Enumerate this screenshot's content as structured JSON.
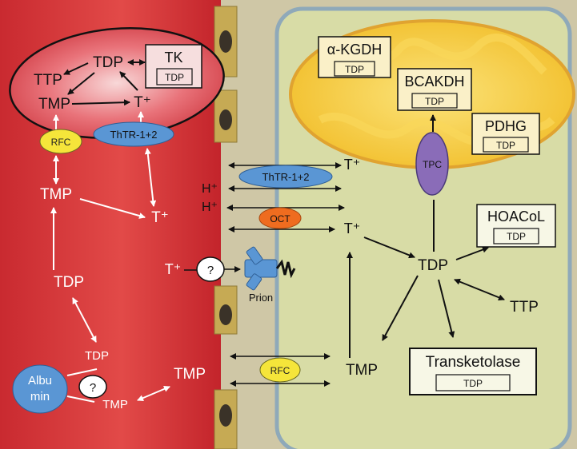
{
  "colors": {
    "blood": "#d9383a",
    "blood_dark": "#b8222a",
    "interstitial": "#cfc7a6",
    "endothelial_cell": "#c6aa54",
    "hepatocyte": "#d8dca6",
    "hepatocyte_border": "#8fa9b9",
    "mitochondrion": "#f5c938",
    "mitochondrion_border": "#e0a330",
    "enzyme_box": "#faf0c8",
    "transporter_blue": "#5a96d4",
    "transporter_orange": "#ef6c1f",
    "transporter_purple": "#8a6cb8",
    "rfc_yellow": "#f5e53a",
    "arrow_dark": "#111111",
    "arrow_white": "#ffffff"
  },
  "erythrocyte": {
    "tdp": "TDP",
    "ttp": "TTP",
    "tmp": "TMP",
    "t_plus": "T⁺",
    "tk_enzyme": "TK",
    "tk_cofactor": "TDP",
    "rfc": "RFC",
    "thtr": "ThTR-1+2"
  },
  "plasma": {
    "tmp_upper": "TMP",
    "t_plus": "T⁺",
    "tdp_mid": "TDP",
    "tdp_lower": "TDP",
    "tmp_bottom": "TMP",
    "tmp_right": "TMP",
    "albumin": "Albu\nmin",
    "albumin_line1": "Albu",
    "albumin_line2": "min",
    "question_albumin": "?"
  },
  "membrane": {
    "thtr": "ThTR-1+2",
    "h_plus_1": "H⁺",
    "h_plus_2": "H⁺",
    "oct": "OCT",
    "t_plus_left": "T⁺",
    "question_prion": "?",
    "prion": "Prion",
    "rfc": "RFC",
    "t_plus_top": "T⁺",
    "t_plus_oct": "T⁺"
  },
  "hepatocyte": {
    "tdp": "TDP",
    "tmp": "TMP",
    "ttp": "TTP",
    "tpc": "TPC",
    "hoacol": "HOACoL",
    "hoacol_cofactor": "TDP",
    "transketolase": "Transketolase",
    "transketolase_cofactor": "TDP"
  },
  "mitochondrion": {
    "akgdh": "α-KGDH",
    "akgdh_cofactor": "TDP",
    "bcakdh": "BCAKDH",
    "bcakdh_cofactor": "TDP",
    "pdhg": "PDHG",
    "pdhg_cofactor": "TDP"
  }
}
